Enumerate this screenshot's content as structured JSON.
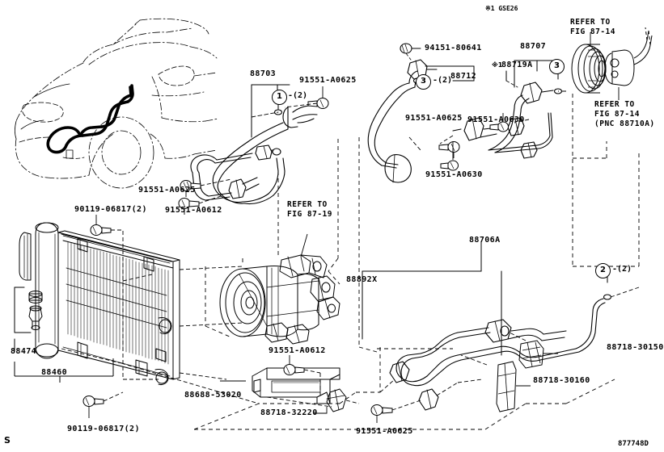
{
  "diagram": {
    "sheet_id": "877748D",
    "page_mark": "S",
    "note_mark": "※1 GSE26"
  },
  "labels": {
    "part_88703": "88703",
    "part_88707": "88707",
    "part_88712": "88712",
    "part_88719a": "88719A",
    "part_88706a": "88706A",
    "part_88892x": "88892X",
    "part_88474": "88474",
    "part_88460": "88460",
    "bolt_91551_a0625_left": "91551-A0625",
    "bolt_91551_a0612_left": "91551-A0612",
    "bolt_91551_a0625_top": "91551-A0625",
    "bolt_91551_a0625_mid": "91551-A0625",
    "bolt_91551_a0630_mid": "91551-A0630",
    "bolt_91551_a0630_right": "91551-A0630",
    "nut_94151_80641": "94151-80641",
    "bolt_90119_06817_top": "90119-06817(2)",
    "bolt_90119_06817_bottom": "90119-06817(2)",
    "bracket_88688_53020": "88688-53020",
    "clamp_88718_32220": "88718-32220",
    "clamp_88718_30150": "88718-30150",
    "clamp_88718_30160": "88718-30160",
    "bolt_91551_a0612_bottom": "91551-A0612",
    "bolt_91551_a0625_bottom": "91551-A0625"
  },
  "refer_notes": {
    "fig_87_19": "REFER TO\nFIG 87-19",
    "fig_87_14_top": "REFER TO\nFIG 87-14",
    "fig_87_14_pnc": "REFER TO\nFIG 87-14\n(PNC 88710A)"
  },
  "callouts": {
    "c1": {
      "num": "1",
      "qty": "-(2)"
    },
    "c3_88712": {
      "num": "3",
      "qty": "-(2)"
    },
    "c3_88707": {
      "num": "3",
      "qty": ""
    },
    "c2_88706a": {
      "num": "2",
      "qty": "-(2)"
    },
    "c3_cond_top": {
      "num": "3",
      "qty": ""
    },
    "c3_cond_bottom": {
      "num": "3",
      "qty": ""
    }
  },
  "asterisks": {
    "a1_88719a": "※1"
  },
  "colors": {
    "line": "#000000",
    "background": "#ffffff"
  }
}
